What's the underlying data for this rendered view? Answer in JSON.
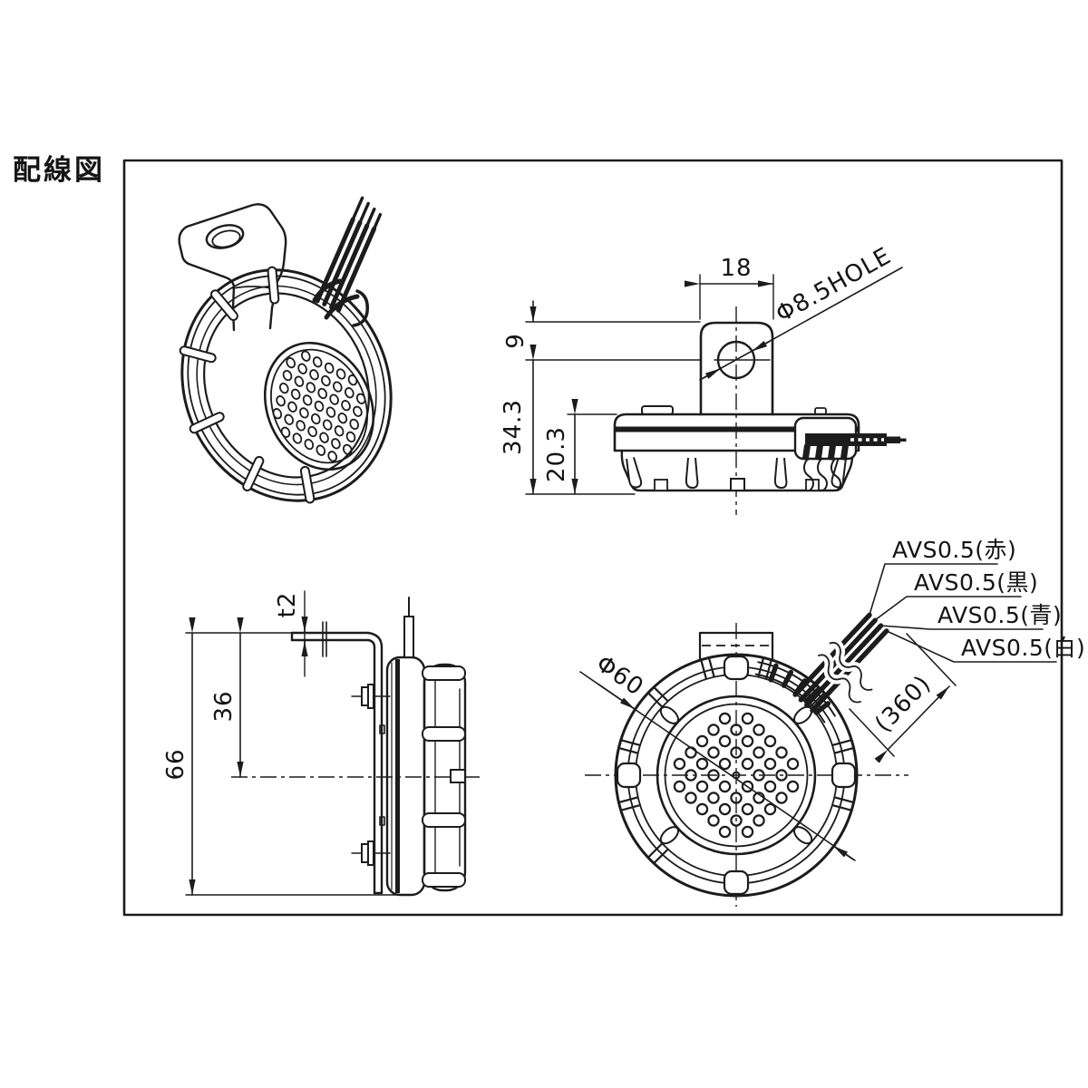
{
  "drawing": {
    "title": "配線図",
    "bg_color": "#ffffff",
    "line_color": "#1c1c1c",
    "views": {
      "isometric": {
        "name": "isometric-view-of-horn"
      },
      "side": {
        "dim_width": "18",
        "dim_hole": "Φ8.5HOLE",
        "dim_offset": "9",
        "dim_total_height": "34.3",
        "dim_body_height": "20.3"
      },
      "profile": {
        "dim_thickness": "t2",
        "dim_center": "36",
        "dim_total": "66"
      },
      "front": {
        "dim_diameter": "Φ60",
        "dim_wire_length": "(360)",
        "wire_labels": [
          "AVS0.5(赤)",
          "AVS0.5(黒)",
          "AVS0.5(青)",
          "AVS0.5(白)"
        ]
      }
    }
  }
}
